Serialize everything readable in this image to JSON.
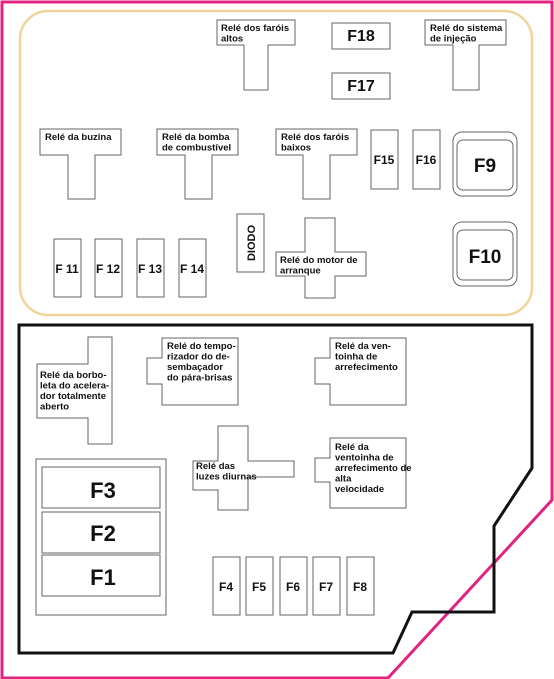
{
  "upper_box": {
    "relays": {
      "farois_altos": "Relé dos faróis|altos",
      "sistema_injecao": "Relé do sistema|de injeção",
      "buzina": "Relé da buzina",
      "bomba_combustivel": "Relé da bomba|de combustível",
      "farois_baixos": "Relé dos faróis|baixos",
      "motor_arranque": "Relé do motor de|arranque"
    },
    "diode": "DIODO",
    "fuses": {
      "f18": "F18",
      "f17": "F17",
      "f15": "F15",
      "f16": "F16",
      "f9": "F9",
      "f10": "F10",
      "f11": "F 11",
      "f12": "F 12",
      "f13": "F 13",
      "f14": "F 14"
    }
  },
  "lower_box": {
    "relays": {
      "borboleta": "Relé da borbo-|leta do acelera-|dor totalmente|aberto",
      "temporizador": "Relé do tempo-|rizador do de-|sembaçador|do pára-brisas",
      "ventoinha": "Relé da ven-|toinha de|arrefecimento",
      "luzes_diurnas": "Relé das|luzes diurnas",
      "ventoinha_alta": "Relé da|ventoinha de|arrefecimento de|alta|velocidade"
    },
    "fuses": {
      "f3": "F3",
      "f2": "F2",
      "f1": "F1",
      "f4": "F4",
      "f5": "F5",
      "f6": "F6",
      "f7": "F7",
      "f8": "F8"
    }
  },
  "colors": {
    "frame_magenta": "#e0247f",
    "upper_outline": "#f0d49a",
    "lower_outline": "#111111"
  }
}
